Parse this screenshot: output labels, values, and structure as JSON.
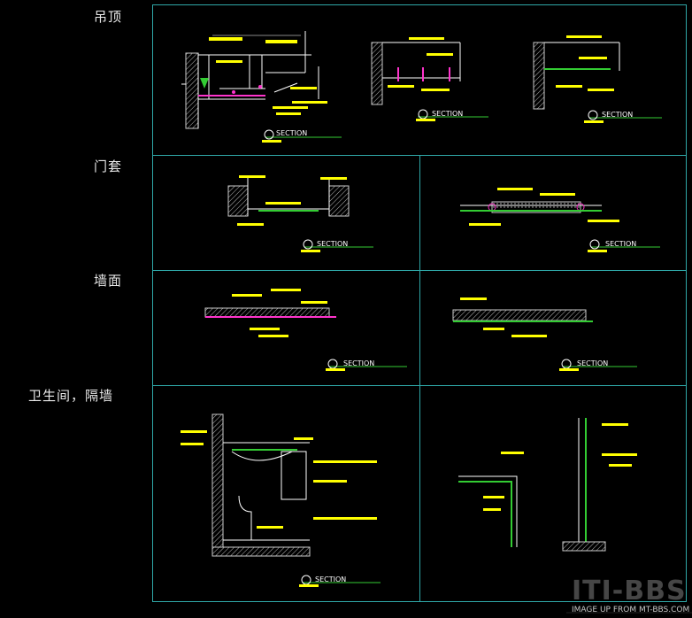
{
  "categories": {
    "ceiling": "吊顶",
    "door_frame": "门套",
    "wall": "墙面",
    "bathroom_partition": "卫生间，隔墙"
  },
  "section_label": "SECTION",
  "watermark": {
    "logo": "ITI-BBS",
    "credit": "IMAGE UP FROM MT-BBS.COM"
  },
  "colors": {
    "background": "#000000",
    "frame": "#2fa8a8",
    "annotation": "#ffff00",
    "line": "#ffffff",
    "accent": "#ff33cc",
    "green": "#33cc33"
  }
}
